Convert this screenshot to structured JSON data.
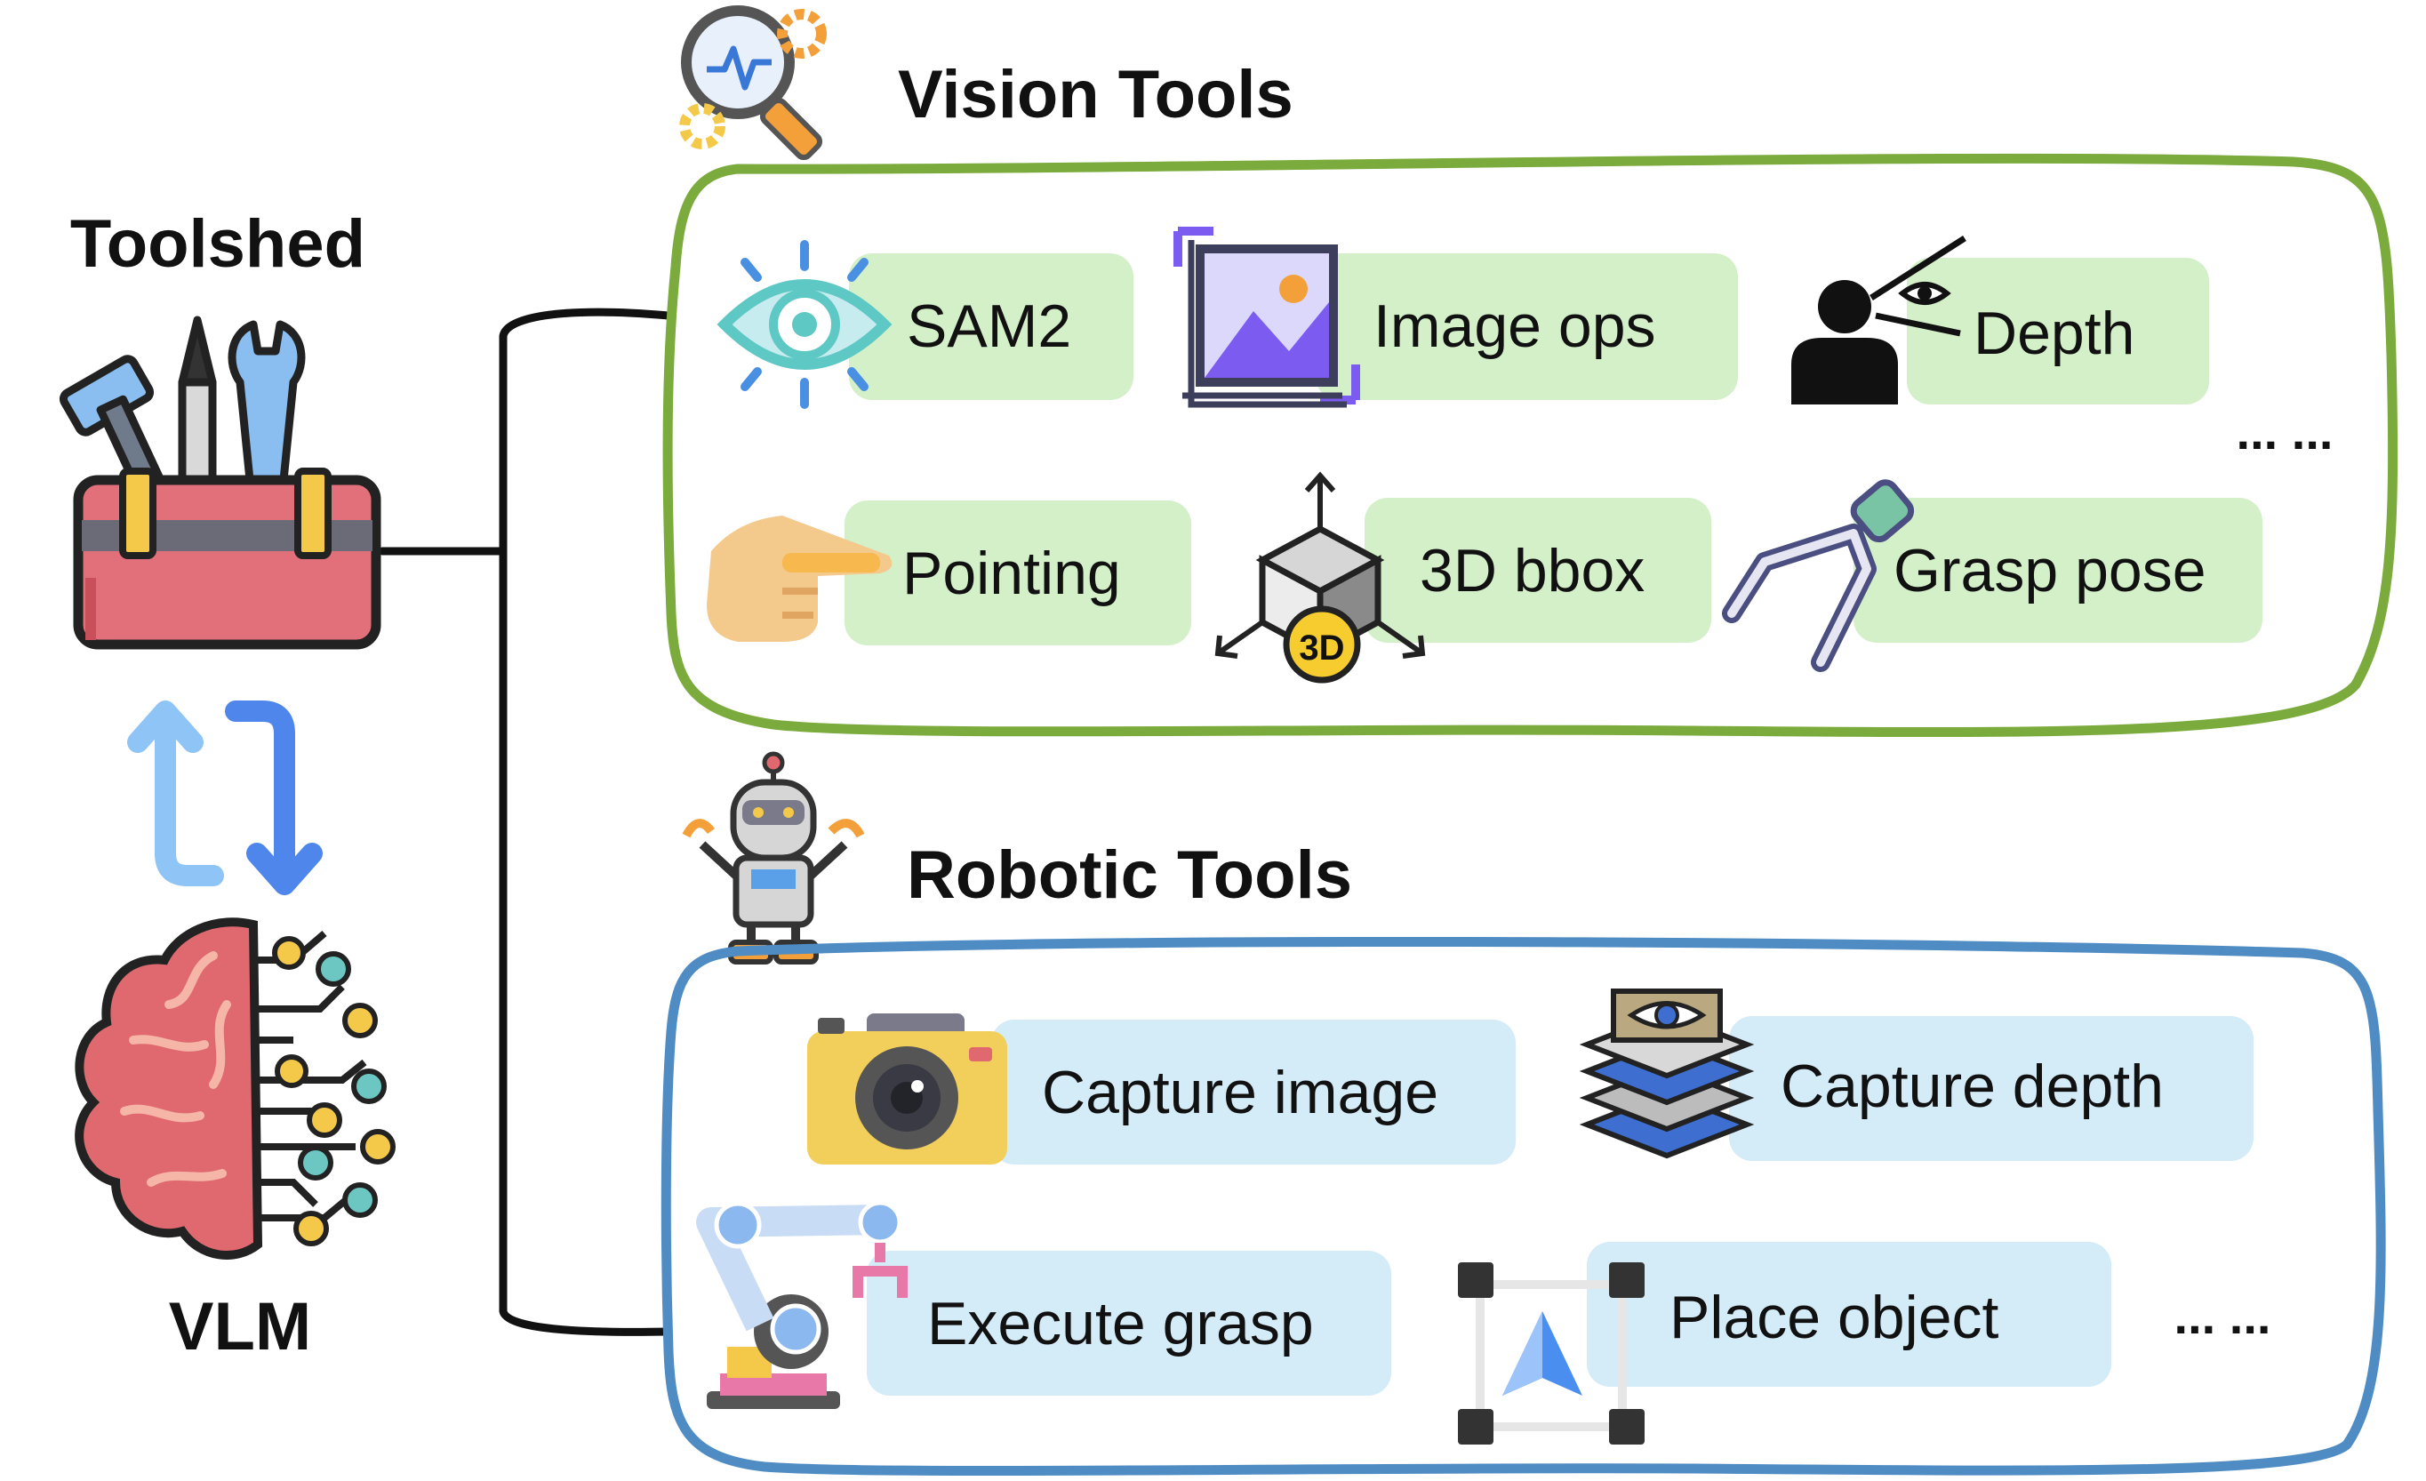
{
  "left": {
    "toolshed_label": "Toolshed",
    "vlm_label": "VLM"
  },
  "vision": {
    "title": "Vision Tools",
    "tools": [
      "SAM2",
      "Image ops",
      "Depth",
      "Pointing",
      "3D bbox",
      "Grasp pose"
    ],
    "ellipsis": "... ...",
    "bbox_icon_text": "3D"
  },
  "robotic": {
    "title": "Robotic Tools",
    "tools": [
      "Capture image",
      "Capture depth",
      "Execute grasp",
      "Place object"
    ],
    "ellipsis": "... ..."
  },
  "colors": {
    "vision_border": "#7aab3c",
    "vision_pill": "#d4f0c9",
    "robotic_border": "#4f8cc4",
    "robotic_pill": "#d4ebf8",
    "arrow_blue": "#5a9cf0",
    "toolbox_red": "#e2707a",
    "brain_red": "#e0696f"
  }
}
